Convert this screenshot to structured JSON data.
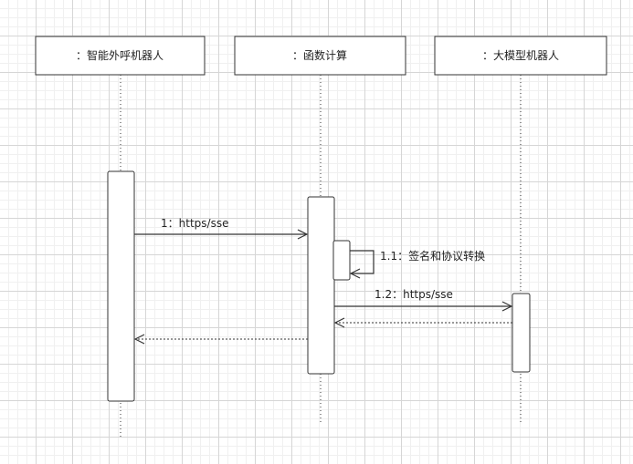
{
  "participants": [
    {
      "label": "：智能外呼机器人"
    },
    {
      "label": "：函数计算"
    },
    {
      "label": "：大模型机器人"
    }
  ],
  "messages": [
    {
      "label": "1：https/sse",
      "from": "：智能外呼机器人",
      "to": "：函数计算",
      "kind": "sync-call"
    },
    {
      "label": "1.1：签名和协议转换",
      "from": "：函数计算",
      "to": "：函数计算",
      "kind": "self-call"
    },
    {
      "label": "1.2：https/sse",
      "from": "：函数计算",
      "to": "：大模型机器人",
      "kind": "sync-call"
    },
    {
      "label": "",
      "from": "：大模型机器人",
      "to": "：函数计算",
      "kind": "return"
    },
    {
      "label": "",
      "from": "：函数计算",
      "to": "：智能外呼机器人",
      "kind": "return"
    }
  ],
  "colors": {
    "line": "#333333",
    "box_fill": "#ffffff",
    "grid_major": "#d6d6d6",
    "grid_minor": "#f0f0f0"
  }
}
